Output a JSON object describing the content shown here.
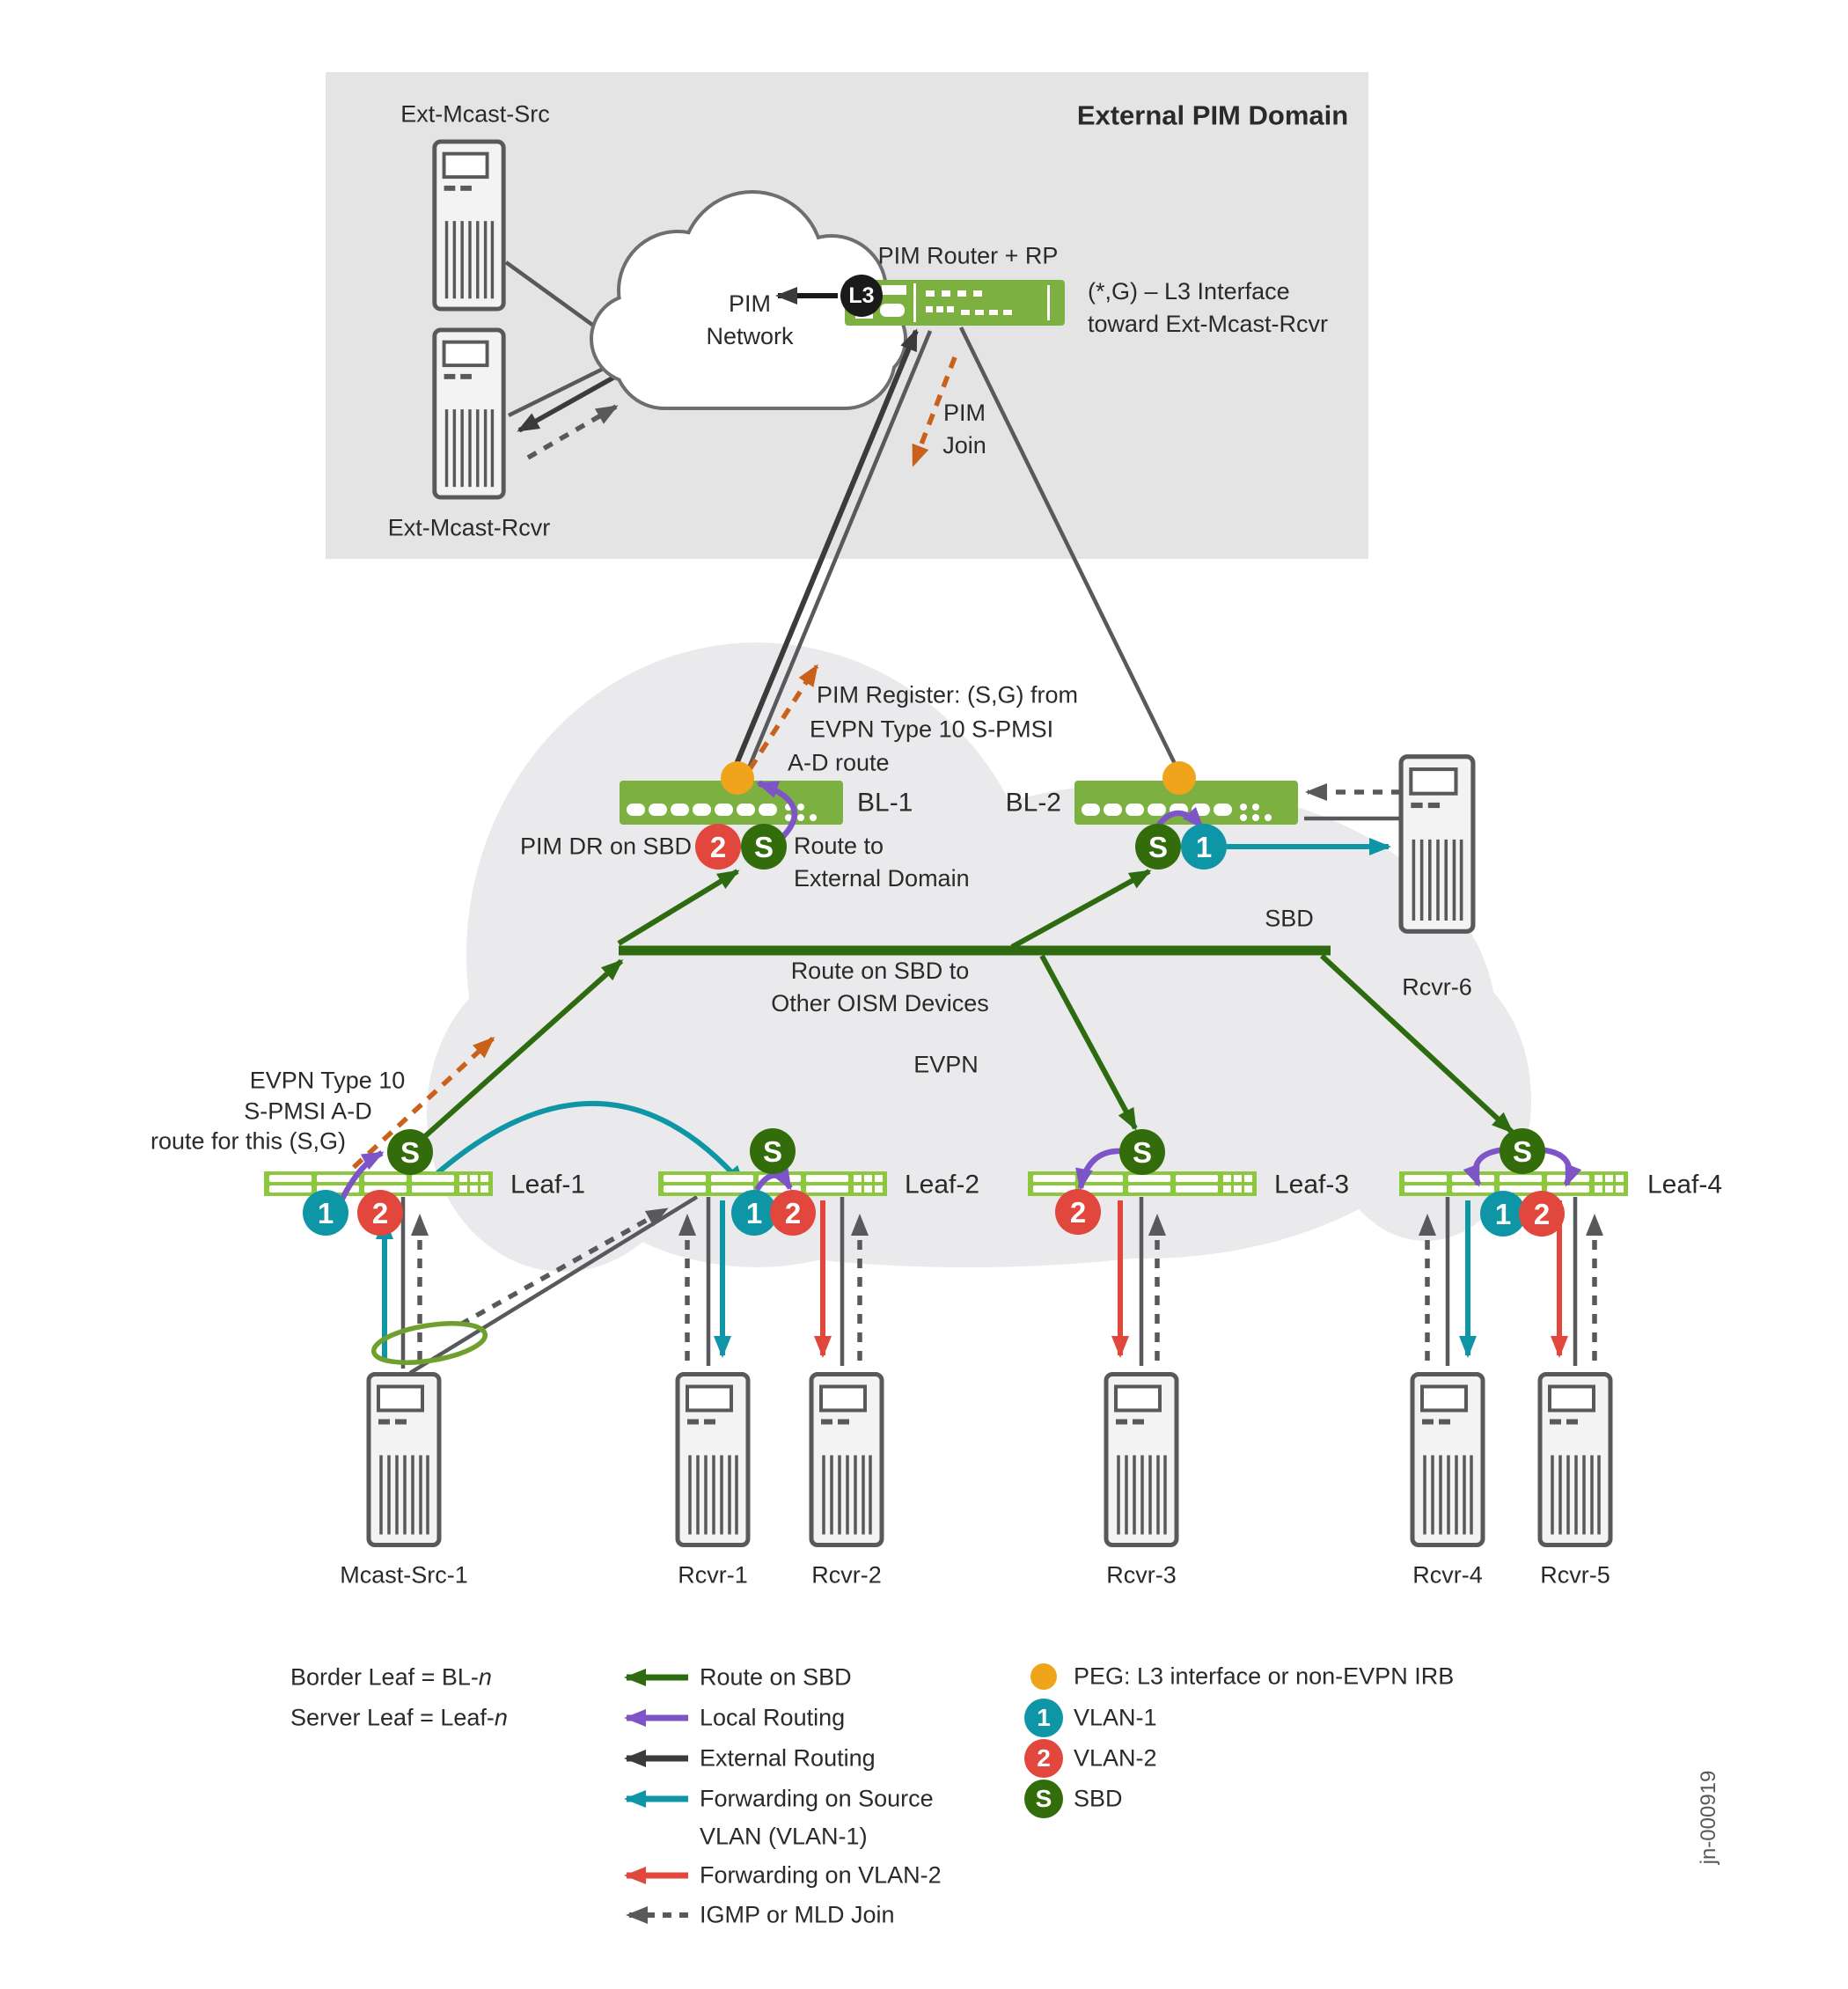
{
  "title": "External PIM Domain",
  "external_domain": {
    "src_label": "Ext-Mcast-Src",
    "rcvr_label": "Ext-Mcast-Rcvr",
    "cloud_line1": "PIM",
    "cloud_line2": "Network",
    "router_label": "PIM Router + RP",
    "l3_note_line1": "(*,G) – L3 Interface",
    "l3_note_line2": "toward Ext-Mcast-Rcvr",
    "pim_join_line1": "PIM",
    "pim_join_line2": "Join"
  },
  "fabric": {
    "register_line1": "PIM Register: (S,G) from",
    "register_line2": "EVPN Type 10 S-PMSI",
    "register_line3": "A-D route",
    "bl1_label": "BL-1",
    "bl2_label": "BL-2",
    "pim_dr_label": "PIM DR on SBD",
    "route_ext_line1": "Route to",
    "route_ext_line2": "External Domain",
    "sbd_label": "SBD",
    "route_sbd_line1": "Route on SBD to",
    "route_sbd_line2": "Other OISM Devices",
    "evpn_label": "EVPN",
    "type10_line1": "EVPN Type 10",
    "type10_line2": "S-PMSI A-D",
    "type10_line3": "route for this (S,G)",
    "leaf1_label": "Leaf-1",
    "leaf2_label": "Leaf-2",
    "leaf3_label": "Leaf-3",
    "leaf4_label": "Leaf-4"
  },
  "hosts": {
    "mcast_src1": "Mcast-Src-1",
    "rcvr1": "Rcvr-1",
    "rcvr2": "Rcvr-2",
    "rcvr3": "Rcvr-3",
    "rcvr4": "Rcvr-4",
    "rcvr5": "Rcvr-5",
    "rcvr6": "Rcvr-6"
  },
  "badges": {
    "l3": "L3",
    "vlan1": "1",
    "vlan2": "2",
    "sbd": "S"
  },
  "legend": {
    "border_leaf_prefix": "Border Leaf = BL-",
    "border_leaf_n": "n",
    "server_leaf_prefix": "Server Leaf = Leaf-",
    "server_leaf_n": "n",
    "route_on_sbd": "Route on SBD",
    "local_routing": "Local Routing",
    "external_routing": "External Routing",
    "fwd_source_line1": "Forwarding on Source",
    "fwd_source_line2": "VLAN (VLAN-1)",
    "fwd_vlan2": "Forwarding on VLAN-2",
    "igmp_join": "IGMP or MLD Join",
    "peg": "PEG: L3 interface or non-EVPN IRB",
    "vlan1": "VLAN-1",
    "vlan2": "VLAN-2",
    "sbd": "SBD"
  },
  "figure_id": "jn-000919",
  "colors": {
    "sbd_green": "#2E6B10",
    "badge_green": "#336D0B",
    "local_purple": "#7D55C7",
    "external_black": "#3B3B3B",
    "source_teal": "#0F96A6",
    "vlan2_red": "#E2473D",
    "link_gray": "#58595B",
    "type10_orange": "#C9611A",
    "peg_orange": "#F0A41C",
    "leaf_green": "#8DC63F",
    "bl_green": "#7CB142",
    "domain_gray": "#E4E4E5",
    "evpn_gray": "#EAEAEC"
  }
}
